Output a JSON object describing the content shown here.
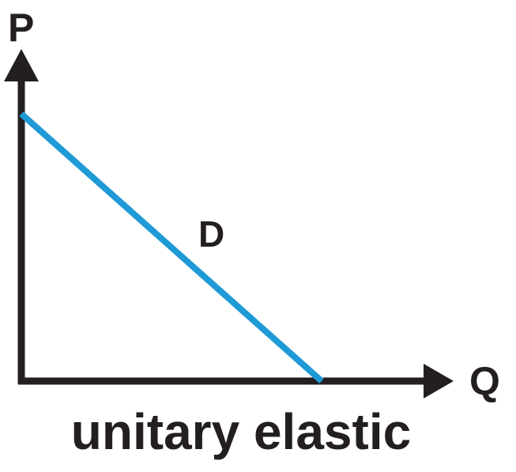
{
  "chart_data": {
    "type": "line",
    "title": "",
    "xlabel": "Q",
    "ylabel": "P",
    "caption": "unitary elastic",
    "series": [
      {
        "name": "D",
        "x": [
          0,
          1
        ],
        "y": [
          1,
          0
        ]
      }
    ],
    "xlim": [
      0,
      1.45
    ],
    "ylim": [
      0,
      1.2
    ],
    "grid": false,
    "colors": {
      "axis": "#231f20",
      "curve": "#1f9ad6",
      "text": "#231f20"
    }
  }
}
